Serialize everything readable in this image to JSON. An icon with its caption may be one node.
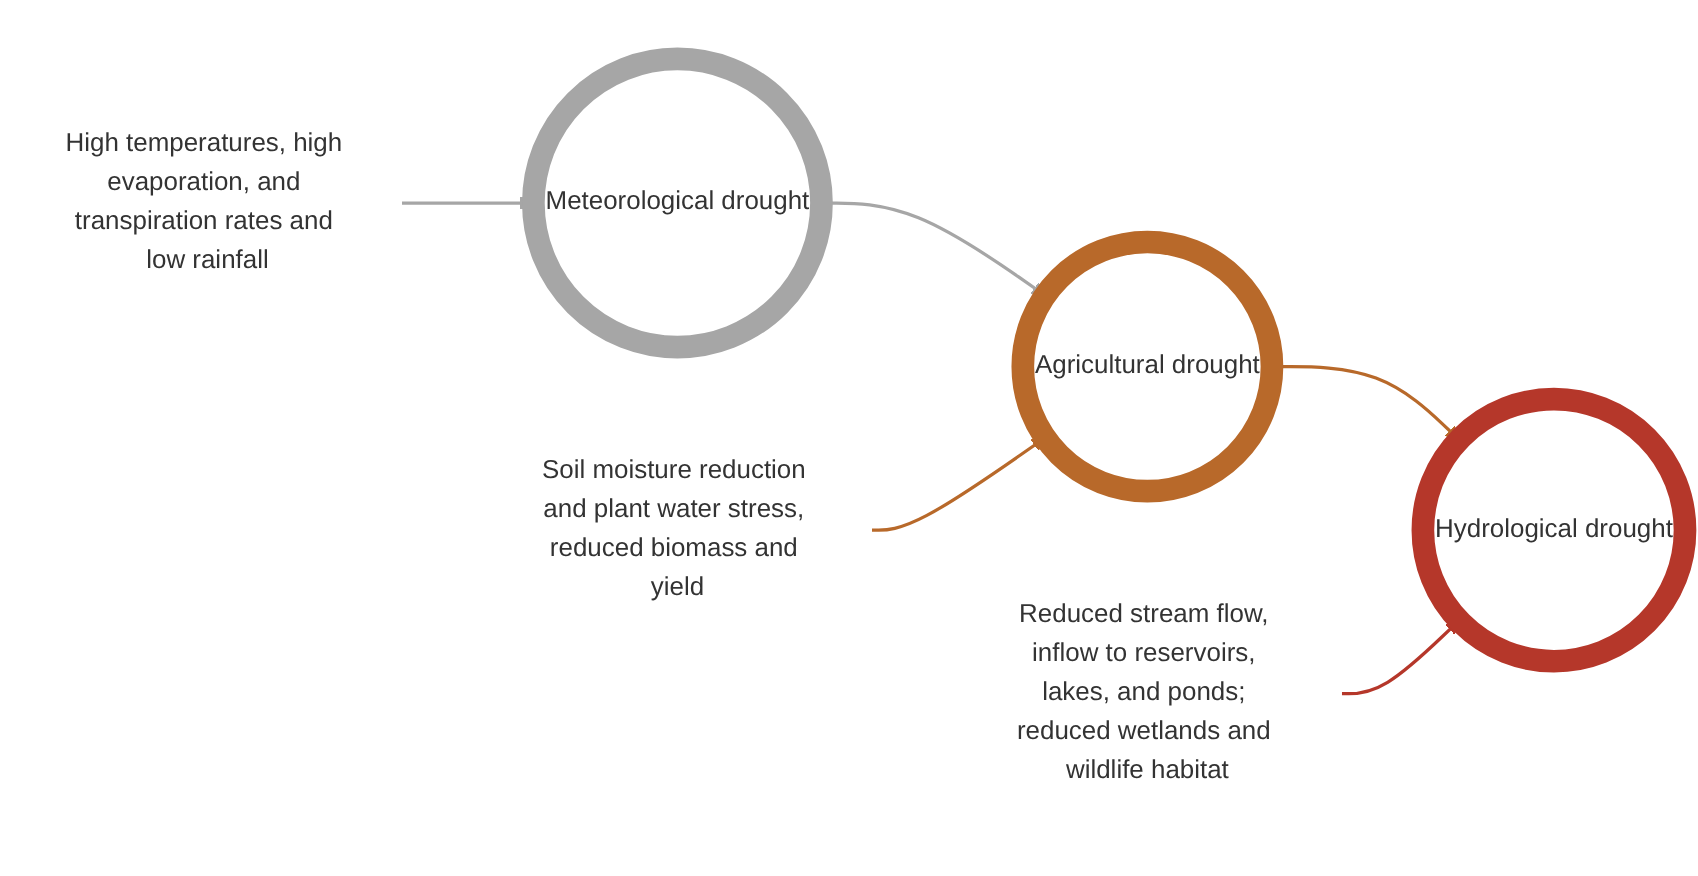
{
  "diagram": {
    "nodes": [
      {
        "text": [
          "Meteorological drought"
        ]
      },
      {
        "text": [
          "High temperatures, high evaporation, and transpiration rates and low rainfall"
        ]
      },
      {
        "text": [
          "Soil moisture reduction and plant water stress, reduced biomass and yield"
        ]
      },
      {
        "text": [
          "Agricultural drought"
        ]
      },
      {
        "text": [
          "Hydrological drought"
        ]
      },
      {
        "text": [
          "Reduced stream flow, inflow to reservoirs, lakes, and ponds; reduced wetlands and wildlife habitat"
        ]
      }
    ],
    "edges": [
      {
        "from": 1,
        "to": 0,
        "arrow": "to",
        "color": "#a6a6a6"
      },
      {
        "from": 0,
        "to": 3,
        "arrow": "to",
        "color": "#a6a6a6"
      },
      {
        "from": 2,
        "to": 3,
        "arrow": "to",
        "color": "#b8692a"
      },
      {
        "from": 3,
        "to": 4,
        "arrow": "to",
        "color": "#b8692a"
      },
      {
        "from": 5,
        "to": 4,
        "arrow": "to",
        "color": "#b5372a"
      }
    ]
  }
}
